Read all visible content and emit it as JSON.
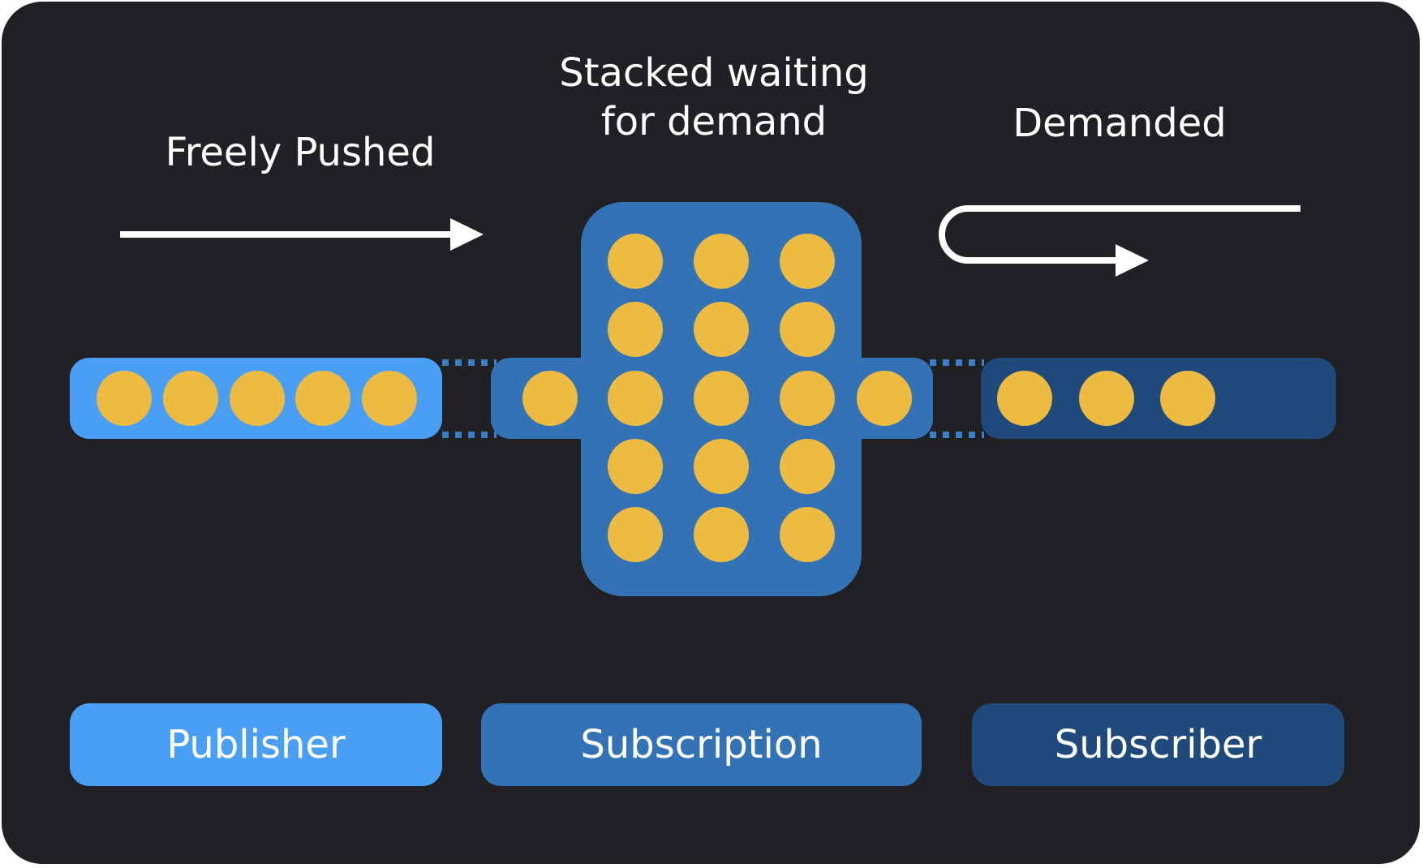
{
  "labels": {
    "freely_pushed": "Freely Pushed",
    "stacked_line1": "Stacked waiting",
    "stacked_line2": "for demand",
    "demanded": "Demanded"
  },
  "components": {
    "publisher": "Publisher",
    "subscription": "Subscription",
    "subscriber": "Subscriber"
  },
  "item_counts": {
    "publisher_queue": 5,
    "subscription_stack": 17,
    "subscriber_queue": 3
  },
  "colors": {
    "background": "#212125",
    "publisher": "#4A9FF5",
    "subscription": "#3272B5",
    "subscriber": "#1F4A7B",
    "item": "#EDBB42",
    "arrow": "#FFFFFF"
  }
}
